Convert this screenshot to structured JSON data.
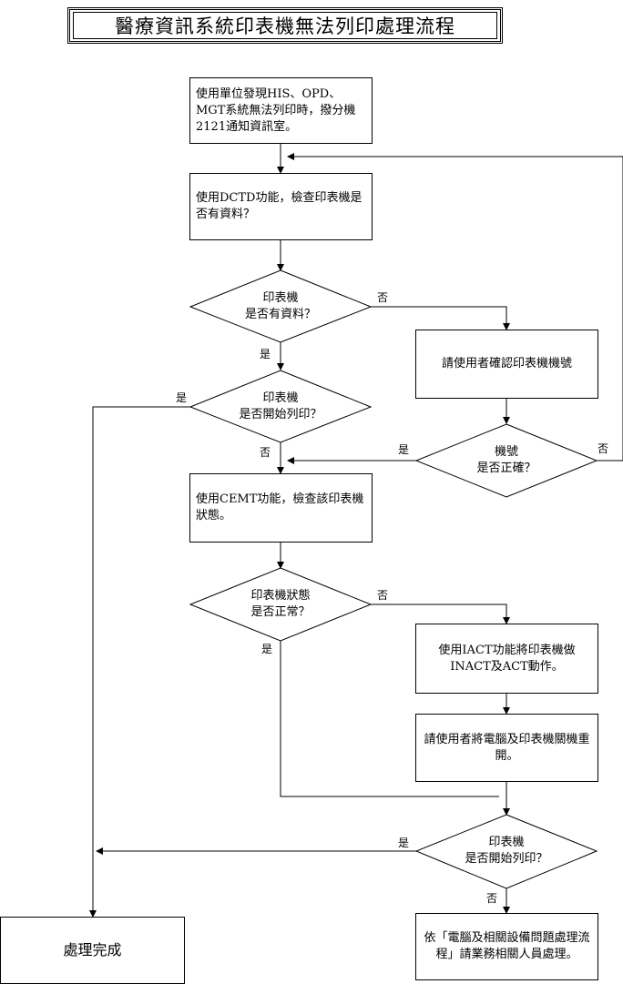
{
  "title": "醫療資訊系統印表機無法列印處理流程",
  "boxes": {
    "b1": "使用單位發現HIS、OPD、MGT系統無法列印時，撥分機2121通知資訊室。",
    "b2": "使用DCTD功能，檢查印表機是否有資料？",
    "b3": "請使用者確認印表機機號",
    "b4": "使用CEMT功能，檢查該印表機狀態。",
    "b5": "使用IACT功能將印表機做INACT及ACT動作。",
    "b6": "請使用者將電腦及印表機關機重開。",
    "b7": "依「電腦及相關設備問題處理流程」請業務相關人員處理。",
    "b8": "處理完成"
  },
  "decisions": {
    "d1": "印表機\n是否有資料？",
    "d2": "印表機\n是否開始列印？",
    "d3": "機號\n是否正確？",
    "d4": "印表機狀態\n是否正常？",
    "d5": "印表機\n是否開始列印？"
  },
  "labels": {
    "yes": "是",
    "no": "否"
  }
}
